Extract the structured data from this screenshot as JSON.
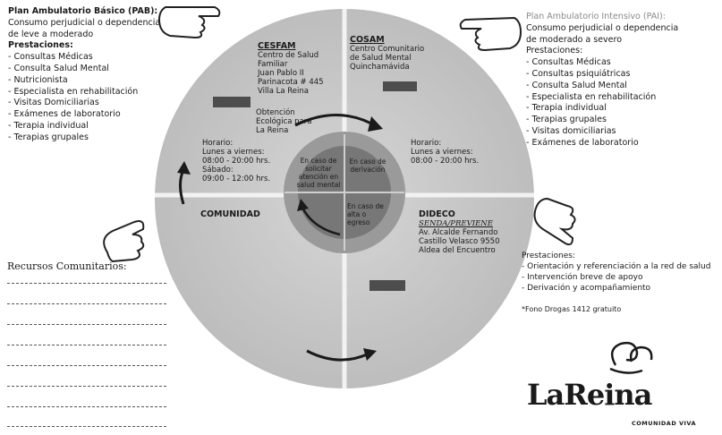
{
  "left_program": {
    "title": "Plan Ambulatorio Básico (PAB):",
    "subtitle_lines": [
      "Consumo perjudicial o dependencia",
      "de leve a moderado"
    ],
    "benefits_header": "Prestaciones:",
    "items": [
      "- Consultas Médicas",
      "- Consulta Salud Mental",
      "- Nutricionista",
      "- Especialista en rehabilitación",
      "- Visitas Domiciliarias",
      "- Exámenes de laboratorio",
      "- Terapia individual",
      "- Terapias grupales"
    ]
  },
  "right_program": {
    "title": "Plan Ambulatorio Intensivo (PAI):",
    "subtitle_lines": [
      "Consumo perjudicial o dependencia",
      "de moderado a severo"
    ],
    "benefits_header": "Prestaciones:",
    "items": [
      "- Consultas Médicas",
      "- Consultas psiquiátricas",
      "- Consulta Salud Mental",
      "- Especialista en rehabilitación",
      "- Terapia individual",
      "- Terapias grupales",
      "- Visitas domiciliarias",
      "- Exámenes de laboratorio"
    ]
  },
  "senda": {
    "header": "Prestaciones:",
    "items": [
      "- Orientación y referenciación a la red de salud",
      "- Intervención breve de apoyo",
      "- Derivación y acompañamiento"
    ],
    "phone": "*Fono Drogas 1412 gratuito"
  },
  "community": {
    "label": "Recursos Comunitarios:"
  },
  "quadrants": {
    "cesfam": {
      "name": "CESFAM",
      "lines": [
        "Centro de Salud",
        "Familiar",
        "Juan Pablo II",
        "Parinacota # 445",
        "Villa La Reina"
      ],
      "schedule_lines": [
        "Horario:",
        "Lunes a viernes:",
        "08:00 - 20:00 hrs.",
        "Sábado:",
        "09:00 - 12:00 hrs."
      ],
      "arrow_label_lines": [
        "Obtención",
        "Ecológica para",
        "La Reina"
      ]
    },
    "cosam": {
      "name": "COSAM",
      "lines": [
        "Centro Comunitario",
        "de Salud Mental",
        "Quinchamávida"
      ],
      "schedule_lines": [
        "Horario:",
        "Lunes a viernes:",
        "08:00 - 20:00 hrs."
      ]
    },
    "comunidad": {
      "name": "COMUNIDAD"
    },
    "dideco": {
      "name": "DIDECO",
      "subtitle": "SENDA/PREVIENE",
      "lines": [
        "Av. Alcalde Fernando",
        "Castillo Velasco 9550",
        "Aldea del Encuentro"
      ]
    }
  },
  "center": {
    "top_left_lines": [
      "En caso de",
      "solicitar",
      "atención en",
      "salud mental"
    ],
    "top_right_lines": [
      "En caso de",
      "derivación"
    ],
    "bottom_right_lines": [
      "En caso de",
      "alta o",
      "egreso"
    ]
  },
  "logo": {
    "text": "LaReina",
    "sub": "COMUNIDAD VIVA"
  },
  "colors": {
    "outer_ring": "#c2c2c2",
    "inner_ring": "#9a9a9a",
    "core": "#6e6e6e",
    "text": "#1a1a1a"
  }
}
